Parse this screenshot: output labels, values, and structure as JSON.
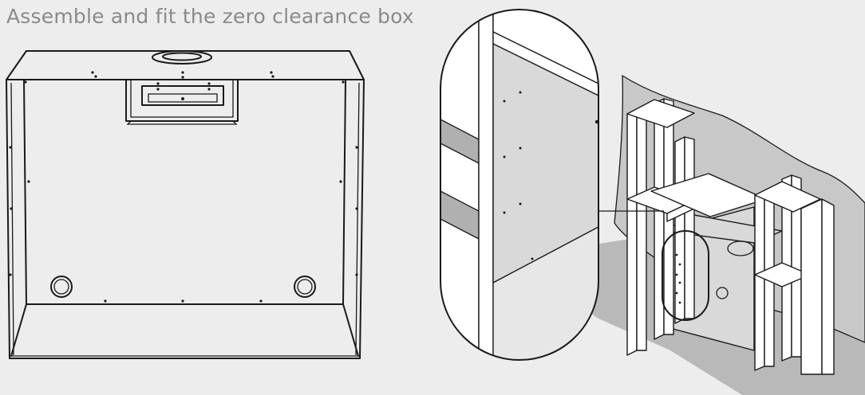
{
  "title": "Assemble and fit the zero clearance box",
  "colors": {
    "background": "#ededed",
    "title_text": "#8a8a8a",
    "line": "#1a1a1a",
    "wall": "#c8c8c8",
    "floor": "#b9b9b9",
    "panel": "#d9d9d9",
    "stud": "#ffffff"
  },
  "figures": [
    {
      "name": "zero-clearance-box-front-view"
    },
    {
      "name": "detail-magnifier"
    },
    {
      "name": "stud-frame-installation-view"
    }
  ]
}
